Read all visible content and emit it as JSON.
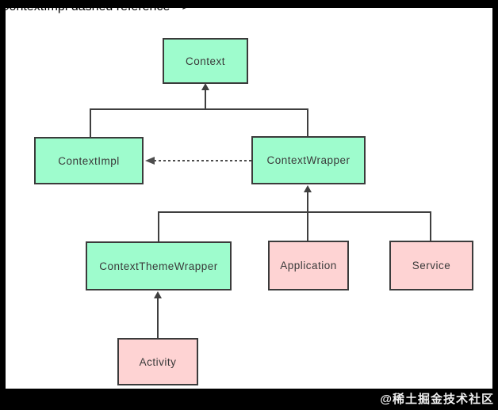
{
  "diagram": {
    "description": "Android Context class hierarchy diagram",
    "nodes": [
      {
        "id": "context",
        "label": "Context",
        "fill": "#9efccd"
      },
      {
        "id": "contextimpl",
        "label": "ContextImpl",
        "fill": "#9efccd"
      },
      {
        "id": "contextwrapper",
        "label": "ContextWrapper",
        "fill": "#9efccd"
      },
      {
        "id": "contextthemewrapper",
        "label": "ContextThemeWrapper",
        "fill": "#9efccd"
      },
      {
        "id": "application",
        "label": "Application",
        "fill": "#fed3d3"
      },
      {
        "id": "service",
        "label": "Service",
        "fill": "#fed3d3"
      },
      {
        "id": "activity",
        "label": "Activity",
        "fill": "#fed3d3"
      }
    ],
    "edges": [
      {
        "from": "ContextImpl",
        "to": "Context",
        "style": "solid-arrow-up"
      },
      {
        "from": "ContextWrapper",
        "to": "Context",
        "style": "solid-arrow-up"
      },
      {
        "from": "ContextWrapper",
        "to": "ContextImpl",
        "style": "dashed-arrow-left"
      },
      {
        "from": "ContextThemeWrapper",
        "to": "ContextWrapper",
        "style": "solid-arrow-up"
      },
      {
        "from": "Application",
        "to": "ContextWrapper",
        "style": "solid-arrow-up"
      },
      {
        "from": "Service",
        "to": "ContextWrapper",
        "style": "solid-arrow-up"
      },
      {
        "from": "Activity",
        "to": "ContextThemeWrapper",
        "style": "solid-arrow-up"
      }
    ],
    "colors": {
      "line": "#3f3f3f",
      "dash": "#4d4d4d",
      "node_border": "#3b3b3b",
      "node_text": "#3a3a3a",
      "green_fill": "#9efccd",
      "pink_fill": "#fed3d3",
      "canvas": "#ffffff",
      "frame": "#000000"
    }
  },
  "watermark": {
    "text": "@稀土掘金技术社区",
    "color": "#f0f0f0"
  }
}
